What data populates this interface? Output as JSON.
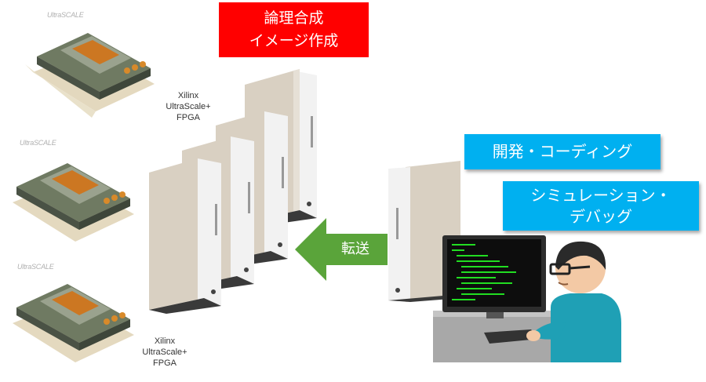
{
  "title_box": {
    "line1": "論理合成",
    "line2": "イメージ作成"
  },
  "dev_box": {
    "label": "開発・コーディング"
  },
  "sim_box": {
    "line1": "シミュレーション・",
    "line2": "デバッグ"
  },
  "transfer_arrow": {
    "label": "転送"
  },
  "chips": [
    {
      "brand": "UltraSCALE",
      "label_lines": [
        "Xilinx",
        "UltraScale+",
        "FPGA"
      ]
    },
    {
      "brand": "UltraSCALE",
      "label_lines": []
    },
    {
      "brand": "UltraSCALE",
      "label_lines": [
        "Xilinx",
        "UltraScale+",
        "FPGA"
      ]
    }
  ],
  "colors": {
    "red_box": "#ff0000",
    "blue_box": "#00b0f0",
    "arrow_green": "#5aa43a",
    "screen_text": "#22dd22"
  },
  "icons": [
    "fpga-chip-icon",
    "server-tower-icon",
    "developer-at-computer-icon",
    "left-arrow-icon"
  ]
}
